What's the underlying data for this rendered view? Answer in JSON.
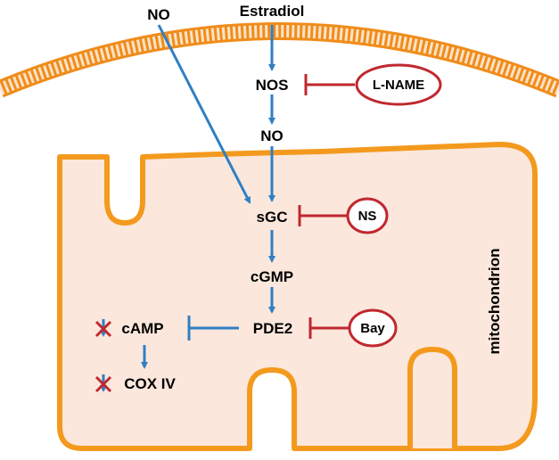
{
  "diagram": {
    "labels": {
      "no_outside": "NO",
      "estradiol": "Estradiol",
      "nos": "NOS",
      "no_inside": "NO",
      "sgc": "sGC",
      "cgmp": "cGMP",
      "pde2": "PDE2",
      "camp": "cAMP",
      "cox4": "COX IV",
      "mitochondrion": "mitochondrion"
    },
    "inhibitors": {
      "l_name": "L-NAME",
      "ns": "NS",
      "bay": "Bay"
    },
    "colors": {
      "arrow": "#2f7fc4",
      "inhibitor": "#c0282f",
      "membrane": "#f08c1a",
      "mitochondrion_fill": "#fbe7dc",
      "mitochondrion_border": "#f39a1e",
      "cross": "#c0282f"
    }
  }
}
